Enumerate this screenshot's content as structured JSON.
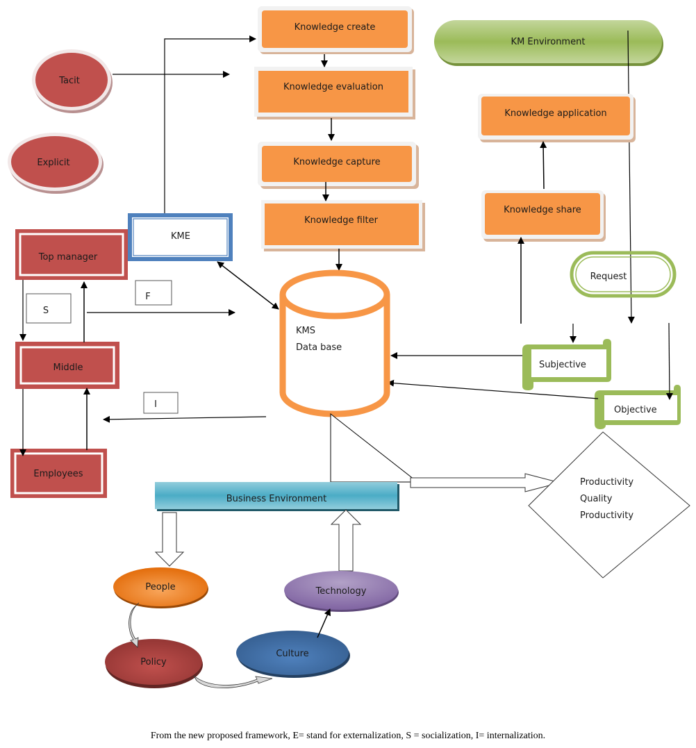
{
  "diagram": {
    "knowledge_types": {
      "tacit": "Tacit",
      "explicit": "Explicit"
    },
    "process": {
      "create": "Knowledge create",
      "evaluation": "Knowledge evaluation",
      "capture": "Knowledge capture",
      "filter": "Knowledge filter",
      "application": "Knowledge application",
      "share": "Knowledge share"
    },
    "km_environment": "KM Environment",
    "kme": "KME",
    "hierarchy": {
      "top_manager": "Top manager",
      "middle": "Middle",
      "employees": "Employees"
    },
    "mode_labels": {
      "s": "S",
      "f": "F",
      "i": "I"
    },
    "database": {
      "line1": "KMS",
      "line2": "Data base"
    },
    "request": "Request",
    "subjective": "Subjective",
    "objective": "Objective",
    "outcomes": [
      "Productivity",
      "Quality",
      "Productivity"
    ],
    "business_environment": "Business Environment",
    "factors": {
      "people": "People",
      "policy": "Policy",
      "culture": "Culture",
      "technology": "Technology"
    },
    "colors": {
      "orange": "#F79646",
      "red": "#C0504D",
      "blue": "#4F81BD",
      "green": "#9BBB59",
      "teal": "#4BACC6",
      "purple": "#8064A2",
      "people_orange": "#E36C0A"
    }
  },
  "caption": "From the new proposed framework, E= stand for externalization, S = socialization, I= internalization."
}
